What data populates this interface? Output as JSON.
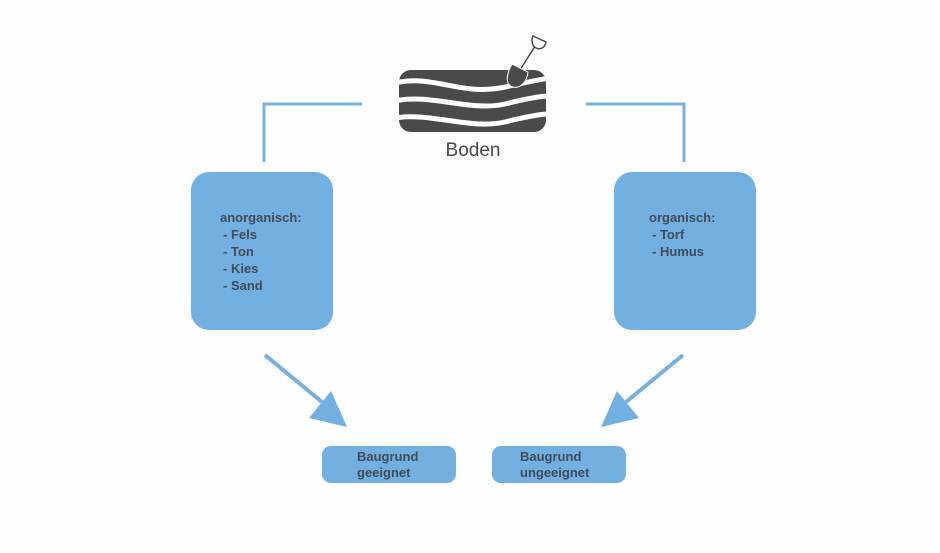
{
  "root": {
    "label": "Boden",
    "icon": "soil-layers-with-shovel-icon"
  },
  "categories": [
    {
      "id": "anorganisch",
      "title": "anorganisch:",
      "items": [
        "- Fels",
        "- Ton",
        "- Kies",
        "- Sand"
      ]
    },
    {
      "id": "organisch",
      "title": "organisch:",
      "items": [
        "- Torf",
        "- Humus"
      ]
    }
  ],
  "results": [
    {
      "id": "geeignet",
      "lines": [
        "Baugrund",
        "geeignet"
      ]
    },
    {
      "id": "ungeeignet",
      "lines": [
        "Baugrund",
        "ungeeignet"
      ]
    }
  ],
  "colors": {
    "accent": "#72b0e2",
    "line": "#78b1e0",
    "text": "#424b57",
    "icon": "#4a4a4a"
  }
}
